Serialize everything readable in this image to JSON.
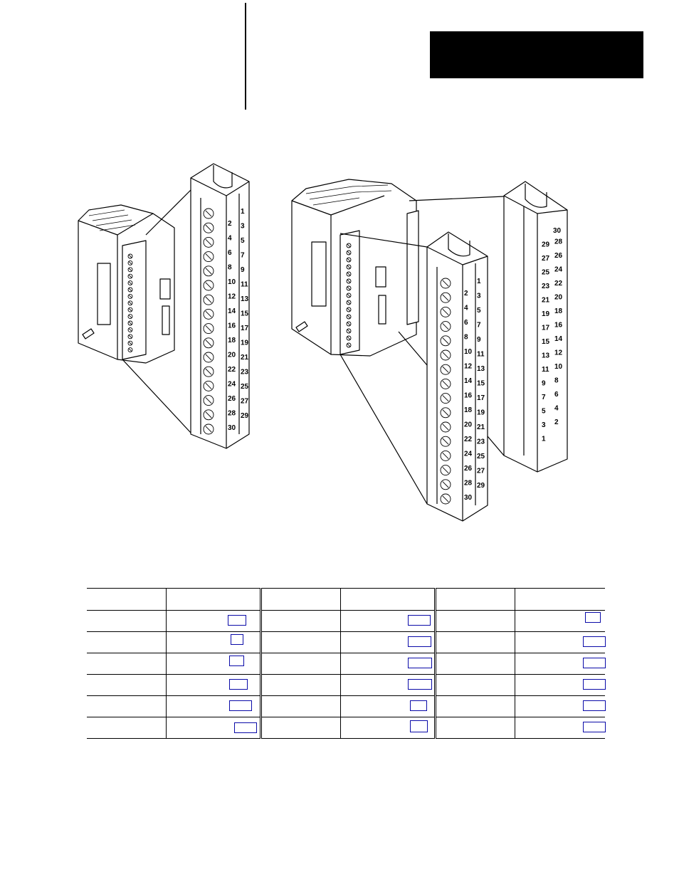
{
  "figure": {
    "left_module": {
      "terminal_numbers_odd": [
        "1",
        "3",
        "5",
        "7",
        "9",
        "11",
        "13",
        "15",
        "17",
        "19",
        "21",
        "23",
        "25",
        "27",
        "29"
      ],
      "terminal_numbers_even": [
        "2",
        "4",
        "6",
        "8",
        "10",
        "12",
        "14",
        "16",
        "18",
        "20",
        "22",
        "24",
        "26",
        "28",
        "30"
      ]
    },
    "right_module": {
      "front_block_numbers_odd": [
        "1",
        "3",
        "5",
        "7",
        "9",
        "11",
        "13",
        "15",
        "17",
        "19",
        "21",
        "23",
        "25",
        "27",
        "29"
      ],
      "front_block_numbers_even": [
        "2",
        "4",
        "6",
        "8",
        "10",
        "12",
        "14",
        "16",
        "18",
        "20",
        "22",
        "24",
        "26",
        "28",
        "30"
      ],
      "rear_block_numbers_top_to_bottom": [
        [
          "30",
          ""
        ],
        [
          "29",
          "28"
        ],
        [
          "27",
          "26"
        ],
        [
          "25",
          "24"
        ],
        [
          "23",
          "22"
        ],
        [
          "21",
          "20"
        ],
        [
          "19",
          "18"
        ],
        [
          "17",
          "16"
        ],
        [
          "15",
          "14"
        ],
        [
          "13",
          "12"
        ],
        [
          "11",
          "10"
        ],
        [
          "9",
          "8"
        ],
        [
          "7",
          "6"
        ],
        [
          "5",
          "4"
        ],
        [
          "3",
          "2"
        ],
        [
          "1",
          ""
        ]
      ]
    }
  },
  "reference_table": {
    "columns": 6,
    "rows": 6
  },
  "colors": {
    "link_box": "#0a0aa8",
    "ink": "#000000"
  }
}
